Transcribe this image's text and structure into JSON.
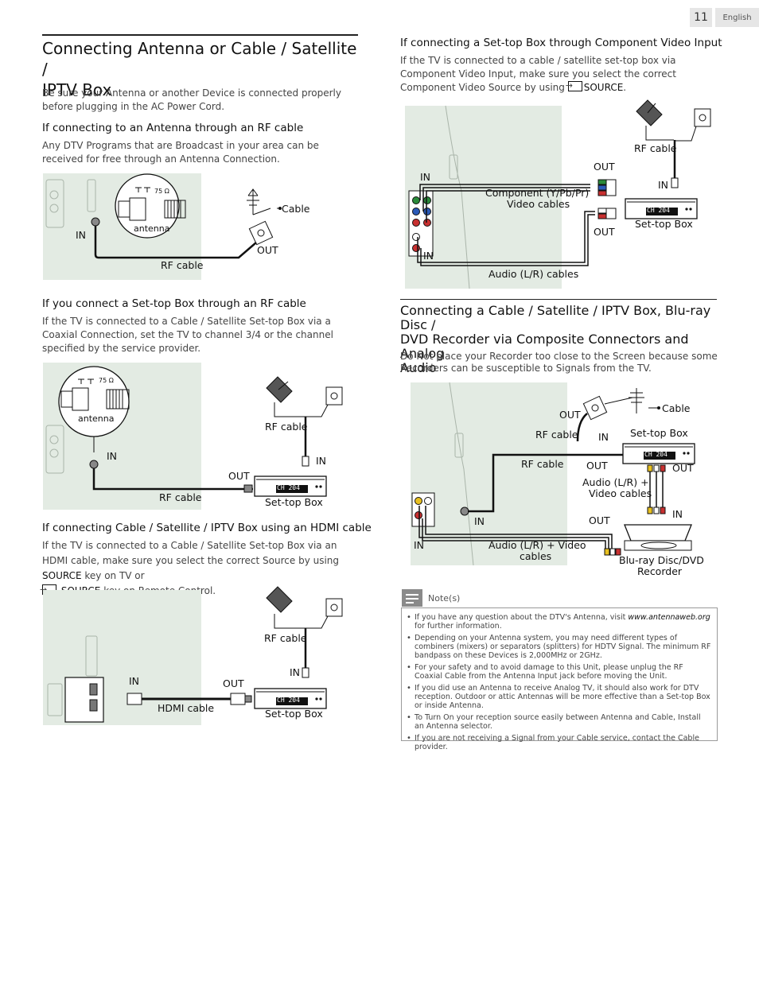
{
  "header": {
    "page_number": "11",
    "language": "English"
  },
  "left": {
    "main_title_line1": "Connecting Antenna or Cable / Satellite /",
    "main_title_line2": "IPTV Box",
    "intro": "Be sure your Antenna or another Device is connected properly before plugging in the AC Power Cord.",
    "s1": {
      "heading": "If connecting to an Antenna through an RF cable",
      "text": "Any DTV Programs that are Broadcast in your area can be received for free through an Antenna Connection.",
      "labels": {
        "ohm": "75 Ω",
        "antenna": "antenna",
        "in": "IN",
        "cable": "Cable",
        "out": "OUT",
        "rf_cable": "RF cable"
      }
    },
    "s2": {
      "heading": "If you connect a Set-top Box through an RF cable",
      "text": "If the TV is connected to a Cable / Satellite Set-top Box via a Coaxial Connection, set the TV to channel 3/4 or the channel specified by the service provider.",
      "labels": {
        "ohm": "75 Ω",
        "antenna": "antenna",
        "in": "IN",
        "rf_cable_top": "RF cable",
        "in_right": "IN",
        "out": "OUT",
        "rf_cable": "RF cable",
        "stb": "Set-top Box",
        "display": "CH 204"
      }
    },
    "s3": {
      "heading": "If connecting Cable / Satellite / IPTV Box using an HDMI cable",
      "text_a": "If the TV is connected to a Cable / Satellite Set-top Box via an HDMI cable, make sure you select the correct Source by using",
      "source1": "SOURCE",
      "text_b": "key on TV or",
      "source2": "SOURCE",
      "text_c": "key on Remote Control.",
      "labels": {
        "rf_cable": "RF cable",
        "in_right": "IN",
        "in": "IN",
        "out": "OUT",
        "hdmi_cable": "HDMI cable",
        "stb": "Set-top Box",
        "display": "CH 204"
      }
    }
  },
  "right": {
    "s4": {
      "heading": "If connecting a Set-top Box through Component Video Input",
      "text_a": "If the TV is connected to a cable / satellite set-top box via Component Video Input, make sure you select the correct Component Video Source by using",
      "source": "SOURCE",
      "text_b": ".",
      "labels": {
        "rf_cable": "RF cable",
        "out_top": "OUT",
        "in_top": "IN",
        "in_stb": "IN",
        "component1": "Component (Y/Pb/Pr)",
        "component2": "Video cables",
        "out_bottom": "OUT",
        "stb": "Set-top Box",
        "in_bottom": "IN",
        "audio": "Audio (L/R) cables",
        "display": "CH 204"
      }
    },
    "s5": {
      "heading_l1": "Connecting a Cable / Satellite / IPTV Box, Blu-ray Disc /",
      "heading_l2": "DVD Recorder via Composite Connectors and Analog",
      "heading_l3": "Audio",
      "text": "Do Not place your Recorder too close to the Screen because some Recorders can be susceptible to Signals from the TV.",
      "labels": {
        "out_wall": "OUT",
        "cable": "Cable",
        "rf_cable_a": "RF cable",
        "in_stb": "IN",
        "stb": "Set-top Box",
        "rf_cable_b": "RF cable",
        "out_stb": "OUT",
        "out_stb2": "OUT",
        "av1": "Audio (L/R) +",
        "av2": "Video cables",
        "in_tv": "IN",
        "in_rec": "IN",
        "out_rec": "OUT",
        "in_bottom": "IN",
        "av_b1": "Audio (L/R) + Video",
        "av_b2": "cables",
        "rec1": "Blu-ray Disc/DVD",
        "rec2": "Recorder",
        "display": "CH 204"
      }
    },
    "notes": {
      "title": "Note(s)",
      "item1_a": "If you have any question about the DTV's Antenna, visit",
      "item1_link": "www.antennaweb.org",
      "item1_b": "for further information.",
      "item2": "Depending on your Antenna system, you may need different types of combiners (mixers) or separators (splitters) for HDTV Signal. The minimum RF bandpass on these Devices is 2,000MHz or 2GHz.",
      "item3": "For your safety and to avoid damage to this Unit, please unplug the RF Coaxial Cable from the Antenna Input jack before moving the Unit.",
      "item4": "If you did use an Antenna to receive Analog TV, it should also work for DTV reception. Outdoor or attic Antennas will be more effective than a Set-top Box or inside Antenna.",
      "item5": "To Turn On your reception source easily between Antenna and Cable, Install an Antenna selector.",
      "item6": "If you are not receiving a Signal from your Cable service, contact the Cable provider."
    }
  }
}
